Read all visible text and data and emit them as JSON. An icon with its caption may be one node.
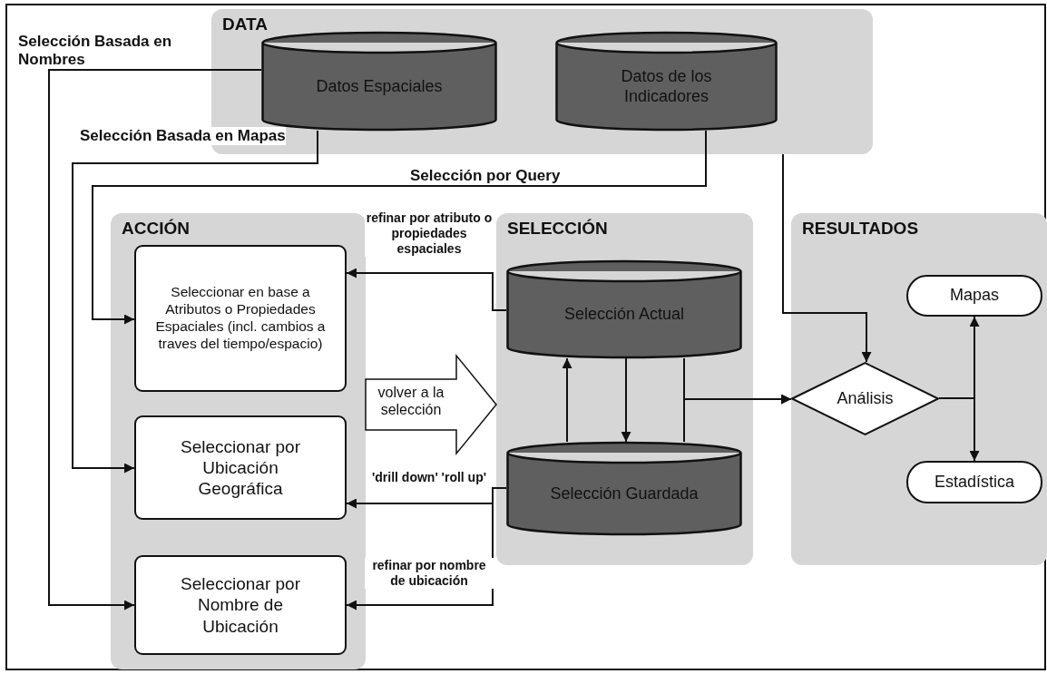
{
  "diagram": {
    "nodes": [
      {
        "text": [
          "DATA"
        ]
      },
      {
        "text": [
          "Datos Espaciales"
        ],
        "in": 0
      },
      {
        "text": [
          "Datos de los Indicadores"
        ],
        "in": 0
      },
      {
        "text": [
          "ACCIÓN"
        ]
      },
      {
        "text": [
          "Seleccionar en base a Atributos o Propiedades Espaciales (incl. cambios a traves del tiempo/espacio)"
        ],
        "in": 3
      },
      {
        "text": [
          "Seleccionar por Ubicación Geográfica"
        ],
        "in": 3
      },
      {
        "text": [
          "Seleccionar por Nombre de Ubicación"
        ],
        "in": 3
      },
      {
        "text": [
          "SELECCIÓN"
        ]
      },
      {
        "text": [
          "Selección Actual"
        ],
        "in": 7
      },
      {
        "text": [
          "Selección Guardada"
        ],
        "in": 7
      },
      {
        "text": [
          "RESULTADOS"
        ]
      },
      {
        "text": [
          "Análisis"
        ],
        "in": 10
      },
      {
        "text": [
          "Mapas"
        ],
        "in": 10
      },
      {
        "text": [
          "Estadística"
        ],
        "in": 10
      }
    ],
    "edges": [
      {
        "from": 1,
        "to": 6,
        "arrow": "to",
        "label": "Selección Basada en Nombres"
      },
      {
        "from": 1,
        "to": 5,
        "arrow": "to",
        "label": "Selección Basada en Mapas"
      },
      {
        "from": 2,
        "to": 4,
        "arrow": "to",
        "label": "Selección por Query"
      },
      {
        "from": 0,
        "to": 11,
        "arrow": "to"
      },
      {
        "from": 8,
        "to": 4,
        "arrow": "to",
        "label": "refinar por atributo o propiedades espaciales"
      },
      {
        "from": 9,
        "to": 5,
        "arrow": "to",
        "label": "'drill down' 'roll up'"
      },
      {
        "from": 9,
        "to": 6,
        "arrow": "to",
        "label": "refinar por nombre de ubicación"
      },
      {
        "from": 3,
        "to": 7,
        "arrow": "to",
        "label": "volver a la selección",
        "style": "thick"
      },
      {
        "from": 9,
        "to": 8,
        "arrow": "to"
      },
      {
        "from": 8,
        "to": 9,
        "arrow": "to"
      },
      {
        "from": 8,
        "to": 11,
        "arrow": "to"
      },
      {
        "from": 9,
        "to": 11,
        "arrow": "to"
      },
      {
        "from": 11,
        "to": 12,
        "arrow": "to"
      },
      {
        "from": 11,
        "to": 13,
        "arrow": "to"
      }
    ]
  }
}
